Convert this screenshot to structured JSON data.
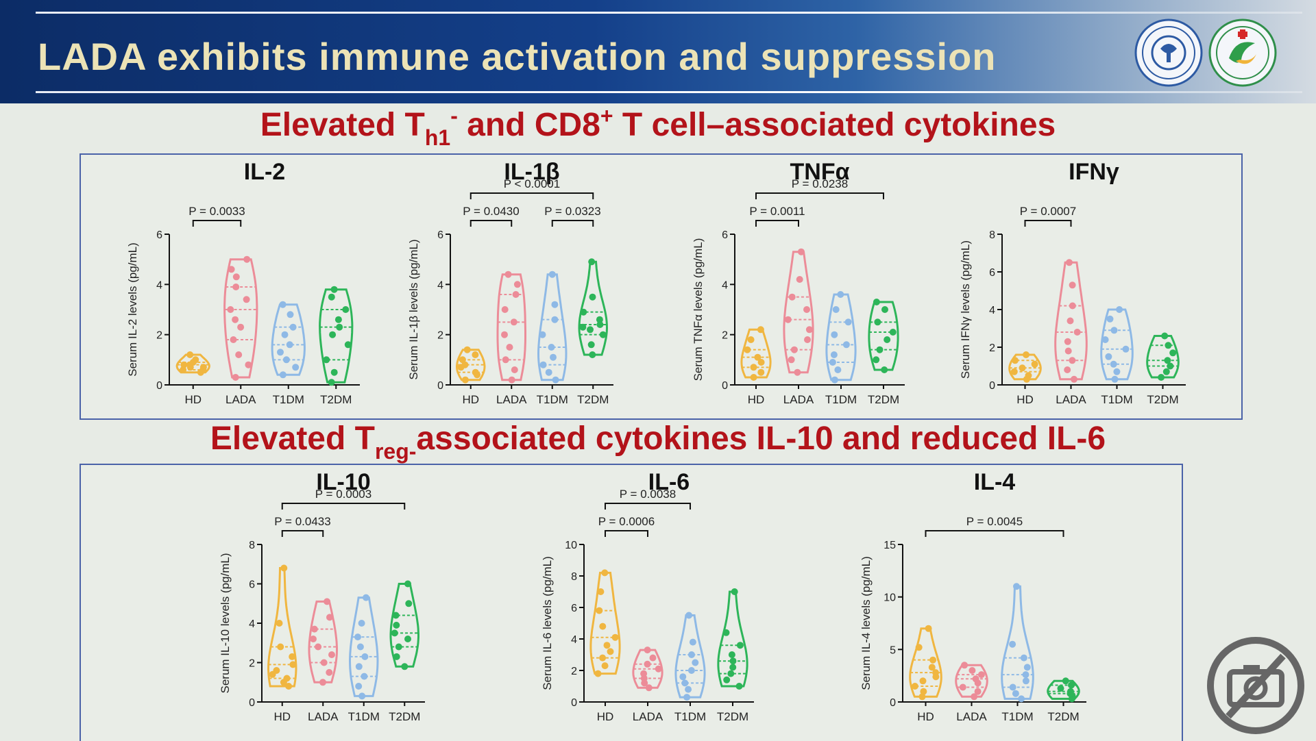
{
  "header": {
    "title": "LADA exhibits immune activation and suppression"
  },
  "sections": [
    {
      "before": "Elevated T",
      "sub": "h1",
      "sup": "-",
      "after": " and CD8",
      "sup2": "+",
      "after2": " T cell–associated cytokines"
    },
    {
      "before": "Elevated T",
      "sub": "reg-",
      "after": "associated cytokines IL-10 and reduced IL-6"
    }
  ],
  "chart_data": [
    {
      "type": "violin",
      "title": "IL-2",
      "ylabel": "Serum IL-2 levels (pg/mL)",
      "categories": [
        "HD",
        "LADA",
        "T1DM",
        "T2DM"
      ],
      "ylim": [
        0,
        6
      ],
      "yticks": [
        "0",
        "2",
        "4",
        "6"
      ],
      "series": [
        {
          "values": [
            0.5,
            0.6,
            0.7,
            0.8,
            0.9,
            0.7,
            1.0,
            1.2,
            0.6,
            0.8
          ],
          "color": "#f0b640"
        },
        {
          "values": [
            0.3,
            0.8,
            1.2,
            1.8,
            2.3,
            2.6,
            3.0,
            3.4,
            3.9,
            4.3,
            4.6,
            5.0
          ],
          "color": "#ec8c98"
        },
        {
          "values": [
            0.4,
            0.7,
            1.0,
            1.3,
            1.6,
            2.0,
            2.3,
            2.8,
            3.2
          ],
          "color": "#8eb9e6"
        },
        {
          "values": [
            0.1,
            0.5,
            1.0,
            1.6,
            2.0,
            2.3,
            2.6,
            3.0,
            3.5,
            3.8
          ],
          "color": "#2db559"
        }
      ],
      "comparisons": [
        {
          "from": 0,
          "to": 1,
          "label": "P = 0.0033"
        }
      ]
    },
    {
      "type": "violin",
      "title": "IL-1β",
      "ylabel": "Serum IL-1β levels (pg/mL)",
      "categories": [
        "HD",
        "LADA",
        "T1DM",
        "T2DM"
      ],
      "ylim": [
        0,
        6
      ],
      "yticks": [
        "0",
        "2",
        "4",
        "6"
      ],
      "series": [
        {
          "values": [
            0.2,
            0.4,
            0.5,
            0.7,
            0.8,
            1.0,
            1.2,
            1.4
          ],
          "color": "#f0b640"
        },
        {
          "values": [
            0.2,
            0.6,
            1.0,
            1.5,
            2.0,
            2.5,
            3.0,
            3.6,
            4.0,
            4.4
          ],
          "color": "#ec8c98"
        },
        {
          "values": [
            0.2,
            0.5,
            0.8,
            1.1,
            1.5,
            2.0,
            2.6,
            3.2,
            4.4
          ],
          "color": "#8eb9e6"
        },
        {
          "values": [
            1.2,
            1.6,
            2.0,
            2.2,
            2.3,
            2.4,
            2.6,
            2.9,
            3.5,
            4.9
          ],
          "color": "#2db559"
        }
      ],
      "comparisons": [
        {
          "from": 0,
          "to": 1,
          "label": "P = 0.0430"
        },
        {
          "from": 2,
          "to": 3,
          "label": "P = 0.0323"
        },
        {
          "from": 0,
          "to": 3,
          "label": "P < 0.0001"
        }
      ]
    },
    {
      "type": "violin",
      "title": "TNFα",
      "ylabel": "Serum TNFα levels (pg/mL)",
      "categories": [
        "HD",
        "LADA",
        "T1DM",
        "T2DM"
      ],
      "ylim": [
        0,
        6
      ],
      "yticks": [
        "0",
        "2",
        "4",
        "6"
      ],
      "series": [
        {
          "values": [
            0.3,
            0.5,
            0.7,
            0.9,
            1.1,
            1.4,
            1.8,
            2.2
          ],
          "color": "#f0b640"
        },
        {
          "values": [
            0.5,
            1.0,
            1.4,
            1.8,
            2.2,
            2.6,
            3.0,
            3.5,
            4.2,
            5.3
          ],
          "color": "#ec8c98"
        },
        {
          "values": [
            0.2,
            0.6,
            0.9,
            1.2,
            1.6,
            2.0,
            2.5,
            3.0,
            3.6
          ],
          "color": "#8eb9e6"
        },
        {
          "values": [
            0.6,
            1.0,
            1.4,
            1.8,
            2.1,
            2.5,
            3.0,
            3.3
          ],
          "color": "#2db559"
        }
      ],
      "comparisons": [
        {
          "from": 0,
          "to": 1,
          "label": "P = 0.0011"
        },
        {
          "from": 0,
          "to": 3,
          "label": "P = 0.0238"
        }
      ]
    },
    {
      "type": "violin",
      "title": "IFNγ",
      "ylabel": "Serum IFNγ levels (pg/mL)",
      "categories": [
        "HD",
        "LADA",
        "T1DM",
        "T2DM"
      ],
      "ylim": [
        0,
        8
      ],
      "yticks": [
        "0",
        "2",
        "4",
        "6",
        "8"
      ],
      "series": [
        {
          "values": [
            0.3,
            0.5,
            0.7,
            0.9,
            1.1,
            1.3,
            1.6
          ],
          "color": "#f0b640"
        },
        {
          "values": [
            0.3,
            0.8,
            1.3,
            1.8,
            2.3,
            2.8,
            3.4,
            4.2,
            5.3,
            6.5
          ],
          "color": "#ec8c98"
        },
        {
          "values": [
            0.3,
            0.7,
            1.1,
            1.5,
            1.9,
            2.4,
            2.9,
            3.5,
            4.0
          ],
          "color": "#8eb9e6"
        },
        {
          "values": [
            0.4,
            0.7,
            1.0,
            1.3,
            1.7,
            2.1,
            2.6
          ],
          "color": "#2db559"
        }
      ],
      "comparisons": [
        {
          "from": 0,
          "to": 1,
          "label": "P = 0.0007"
        }
      ]
    },
    {
      "type": "violin",
      "title": "IL-10",
      "ylabel": "Serum IL-10 levels (pg/mL)",
      "categories": [
        "HD",
        "LADA",
        "T1DM",
        "T2DM"
      ],
      "ylim": [
        0,
        8
      ],
      "yticks": [
        "0",
        "2",
        "4",
        "6",
        "8"
      ],
      "series": [
        {
          "values": [
            0.8,
            1.0,
            1.2,
            1.4,
            1.6,
            1.9,
            2.3,
            2.8,
            4.0,
            6.8
          ],
          "color": "#f0b640"
        },
        {
          "values": [
            1.0,
            1.5,
            2.0,
            2.4,
            2.8,
            3.2,
            3.7,
            4.3,
            5.1
          ],
          "color": "#ec8c98"
        },
        {
          "values": [
            0.3,
            0.8,
            1.3,
            1.8,
            2.3,
            2.8,
            3.3,
            4.0,
            5.3
          ],
          "color": "#8eb9e6"
        },
        {
          "values": [
            1.8,
            2.3,
            2.8,
            3.2,
            3.5,
            3.9,
            4.4,
            5.0,
            6.0
          ],
          "color": "#2db559"
        }
      ],
      "comparisons": [
        {
          "from": 0,
          "to": 1,
          "label": "P = 0.0433"
        },
        {
          "from": 0,
          "to": 3,
          "label": "P = 0.0003"
        }
      ]
    },
    {
      "type": "violin",
      "title": "IL-6",
      "ylabel": "Serum IL-6 levels (pg/mL)",
      "categories": [
        "HD",
        "LADA",
        "T1DM",
        "T2DM"
      ],
      "ylim": [
        0,
        10
      ],
      "yticks": [
        "0",
        "2",
        "4",
        "6",
        "8",
        "10"
      ],
      "series": [
        {
          "values": [
            1.8,
            2.3,
            2.8,
            3.2,
            3.6,
            4.1,
            4.8,
            5.8,
            7.0,
            8.2
          ],
          "color": "#f0b640"
        },
        {
          "values": [
            0.9,
            1.2,
            1.5,
            1.8,
            2.1,
            2.4,
            2.8,
            3.3
          ],
          "color": "#ec8c98"
        },
        {
          "values": [
            0.3,
            0.8,
            1.2,
            1.6,
            2.0,
            2.5,
            3.0,
            3.8,
            5.5
          ],
          "color": "#8eb9e6"
        },
        {
          "values": [
            1.0,
            1.4,
            1.8,
            2.2,
            2.6,
            3.0,
            3.6,
            4.4,
            7.0
          ],
          "color": "#2db559"
        }
      ],
      "comparisons": [
        {
          "from": 0,
          "to": 1,
          "label": "P = 0.0006"
        },
        {
          "from": 0,
          "to": 2,
          "label": "P = 0.0038"
        }
      ]
    },
    {
      "type": "violin",
      "title": "IL-4",
      "ylabel": "Serum IL-4 levels (pg/mL)",
      "categories": [
        "HD",
        "LADA",
        "T1DM",
        "T2DM"
      ],
      "ylim": [
        0,
        15
      ],
      "yticks": [
        "0",
        "5",
        "10",
        "15"
      ],
      "series": [
        {
          "values": [
            0.5,
            1.0,
            1.5,
            2.0,
            2.4,
            2.8,
            3.3,
            4.0,
            5.2,
            7.0
          ],
          "color": "#f0b640"
        },
        {
          "values": [
            0.5,
            1.0,
            1.4,
            1.8,
            2.2,
            2.6,
            3.0,
            3.5
          ],
          "color": "#ec8c98"
        },
        {
          "values": [
            0.3,
            0.8,
            1.4,
            2.0,
            2.6,
            3.3,
            4.2,
            5.5,
            11.0
          ],
          "color": "#8eb9e6"
        },
        {
          "values": [
            0.3,
            0.6,
            0.8,
            1.0,
            1.3,
            1.6,
            2.0
          ],
          "color": "#2db559"
        }
      ],
      "comparisons": [
        {
          "from": 0,
          "to": 3,
          "label": "P = 0.0045"
        }
      ]
    }
  ]
}
